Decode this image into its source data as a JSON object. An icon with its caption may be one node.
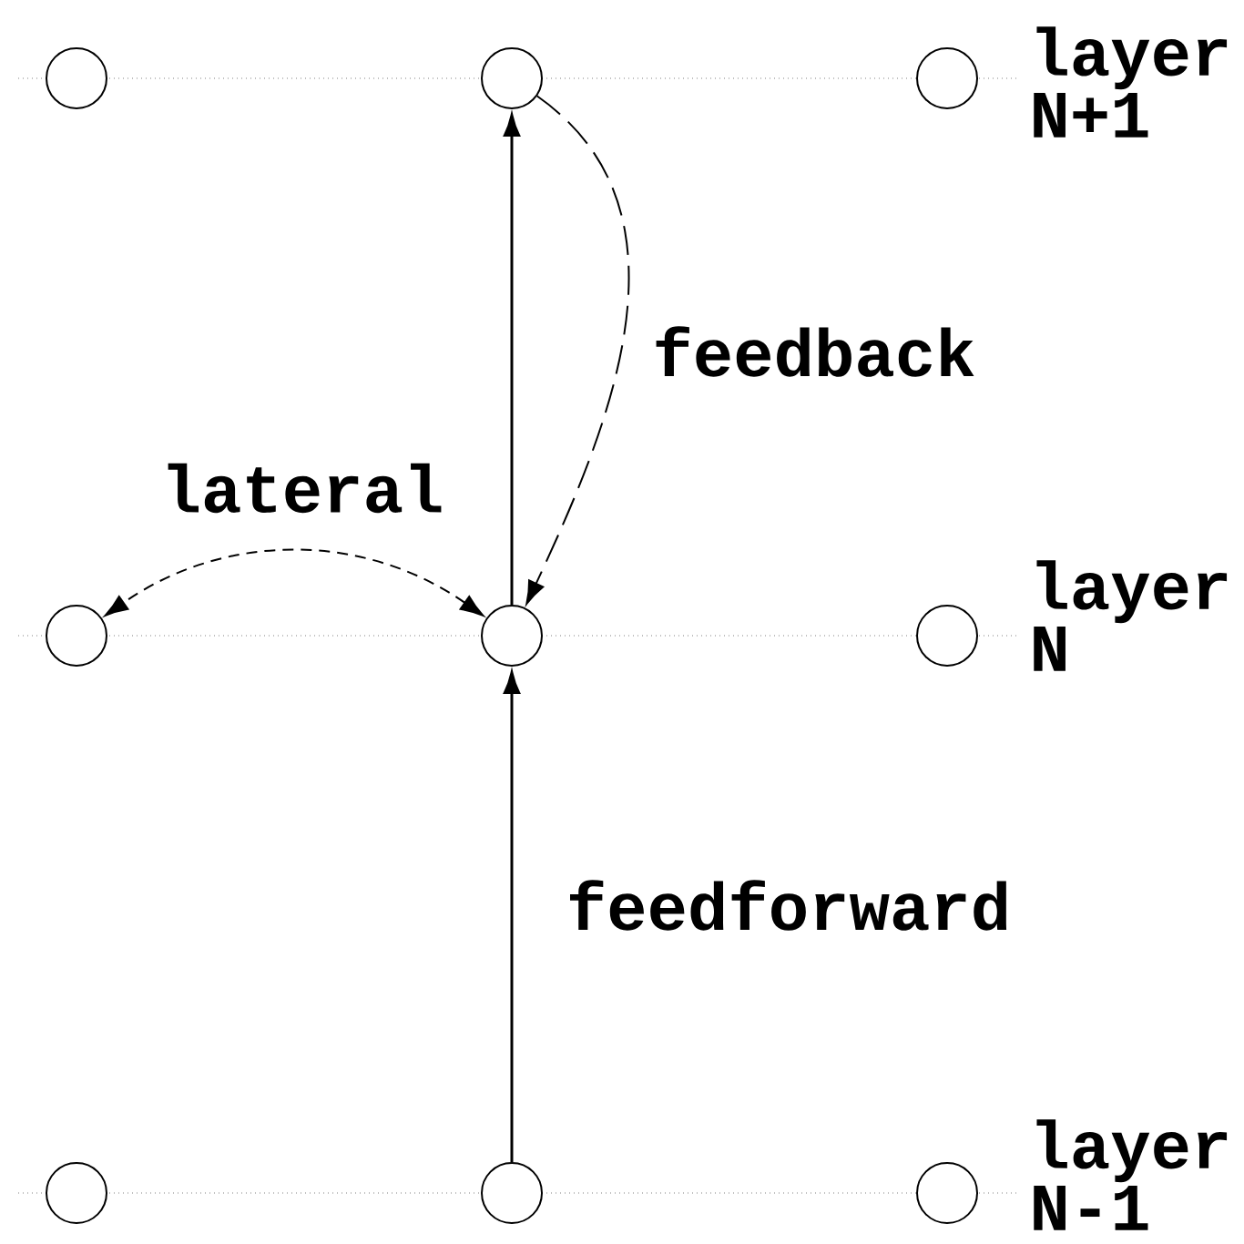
{
  "diagram": {
    "nodes": [
      {
        "text": [],
        "shape": "circle"
      },
      {
        "text": [],
        "shape": "circle"
      },
      {
        "text": [],
        "shape": "circle"
      },
      {
        "text": [],
        "shape": "circle"
      },
      {
        "text": [],
        "shape": "circle"
      },
      {
        "text": [],
        "shape": "circle"
      },
      {
        "text": [],
        "shape": "circle"
      },
      {
        "text": [],
        "shape": "circle"
      },
      {
        "text": [],
        "shape": "circle"
      }
    ],
    "edges": [
      {
        "from": 7,
        "to": 4,
        "arrow": "to",
        "label": "feedforward"
      },
      {
        "from": 4,
        "to": 1,
        "arrow": "to"
      },
      {
        "from": 1,
        "to": 4,
        "arrow": "to",
        "style": "dashed",
        "label": "feedback"
      },
      {
        "from": 4,
        "to": 3,
        "arrow": "both",
        "style": "dashed",
        "label": "lateral"
      }
    ],
    "labels": [
      "layer N+1",
      "layer N",
      "layer N-1"
    ]
  }
}
